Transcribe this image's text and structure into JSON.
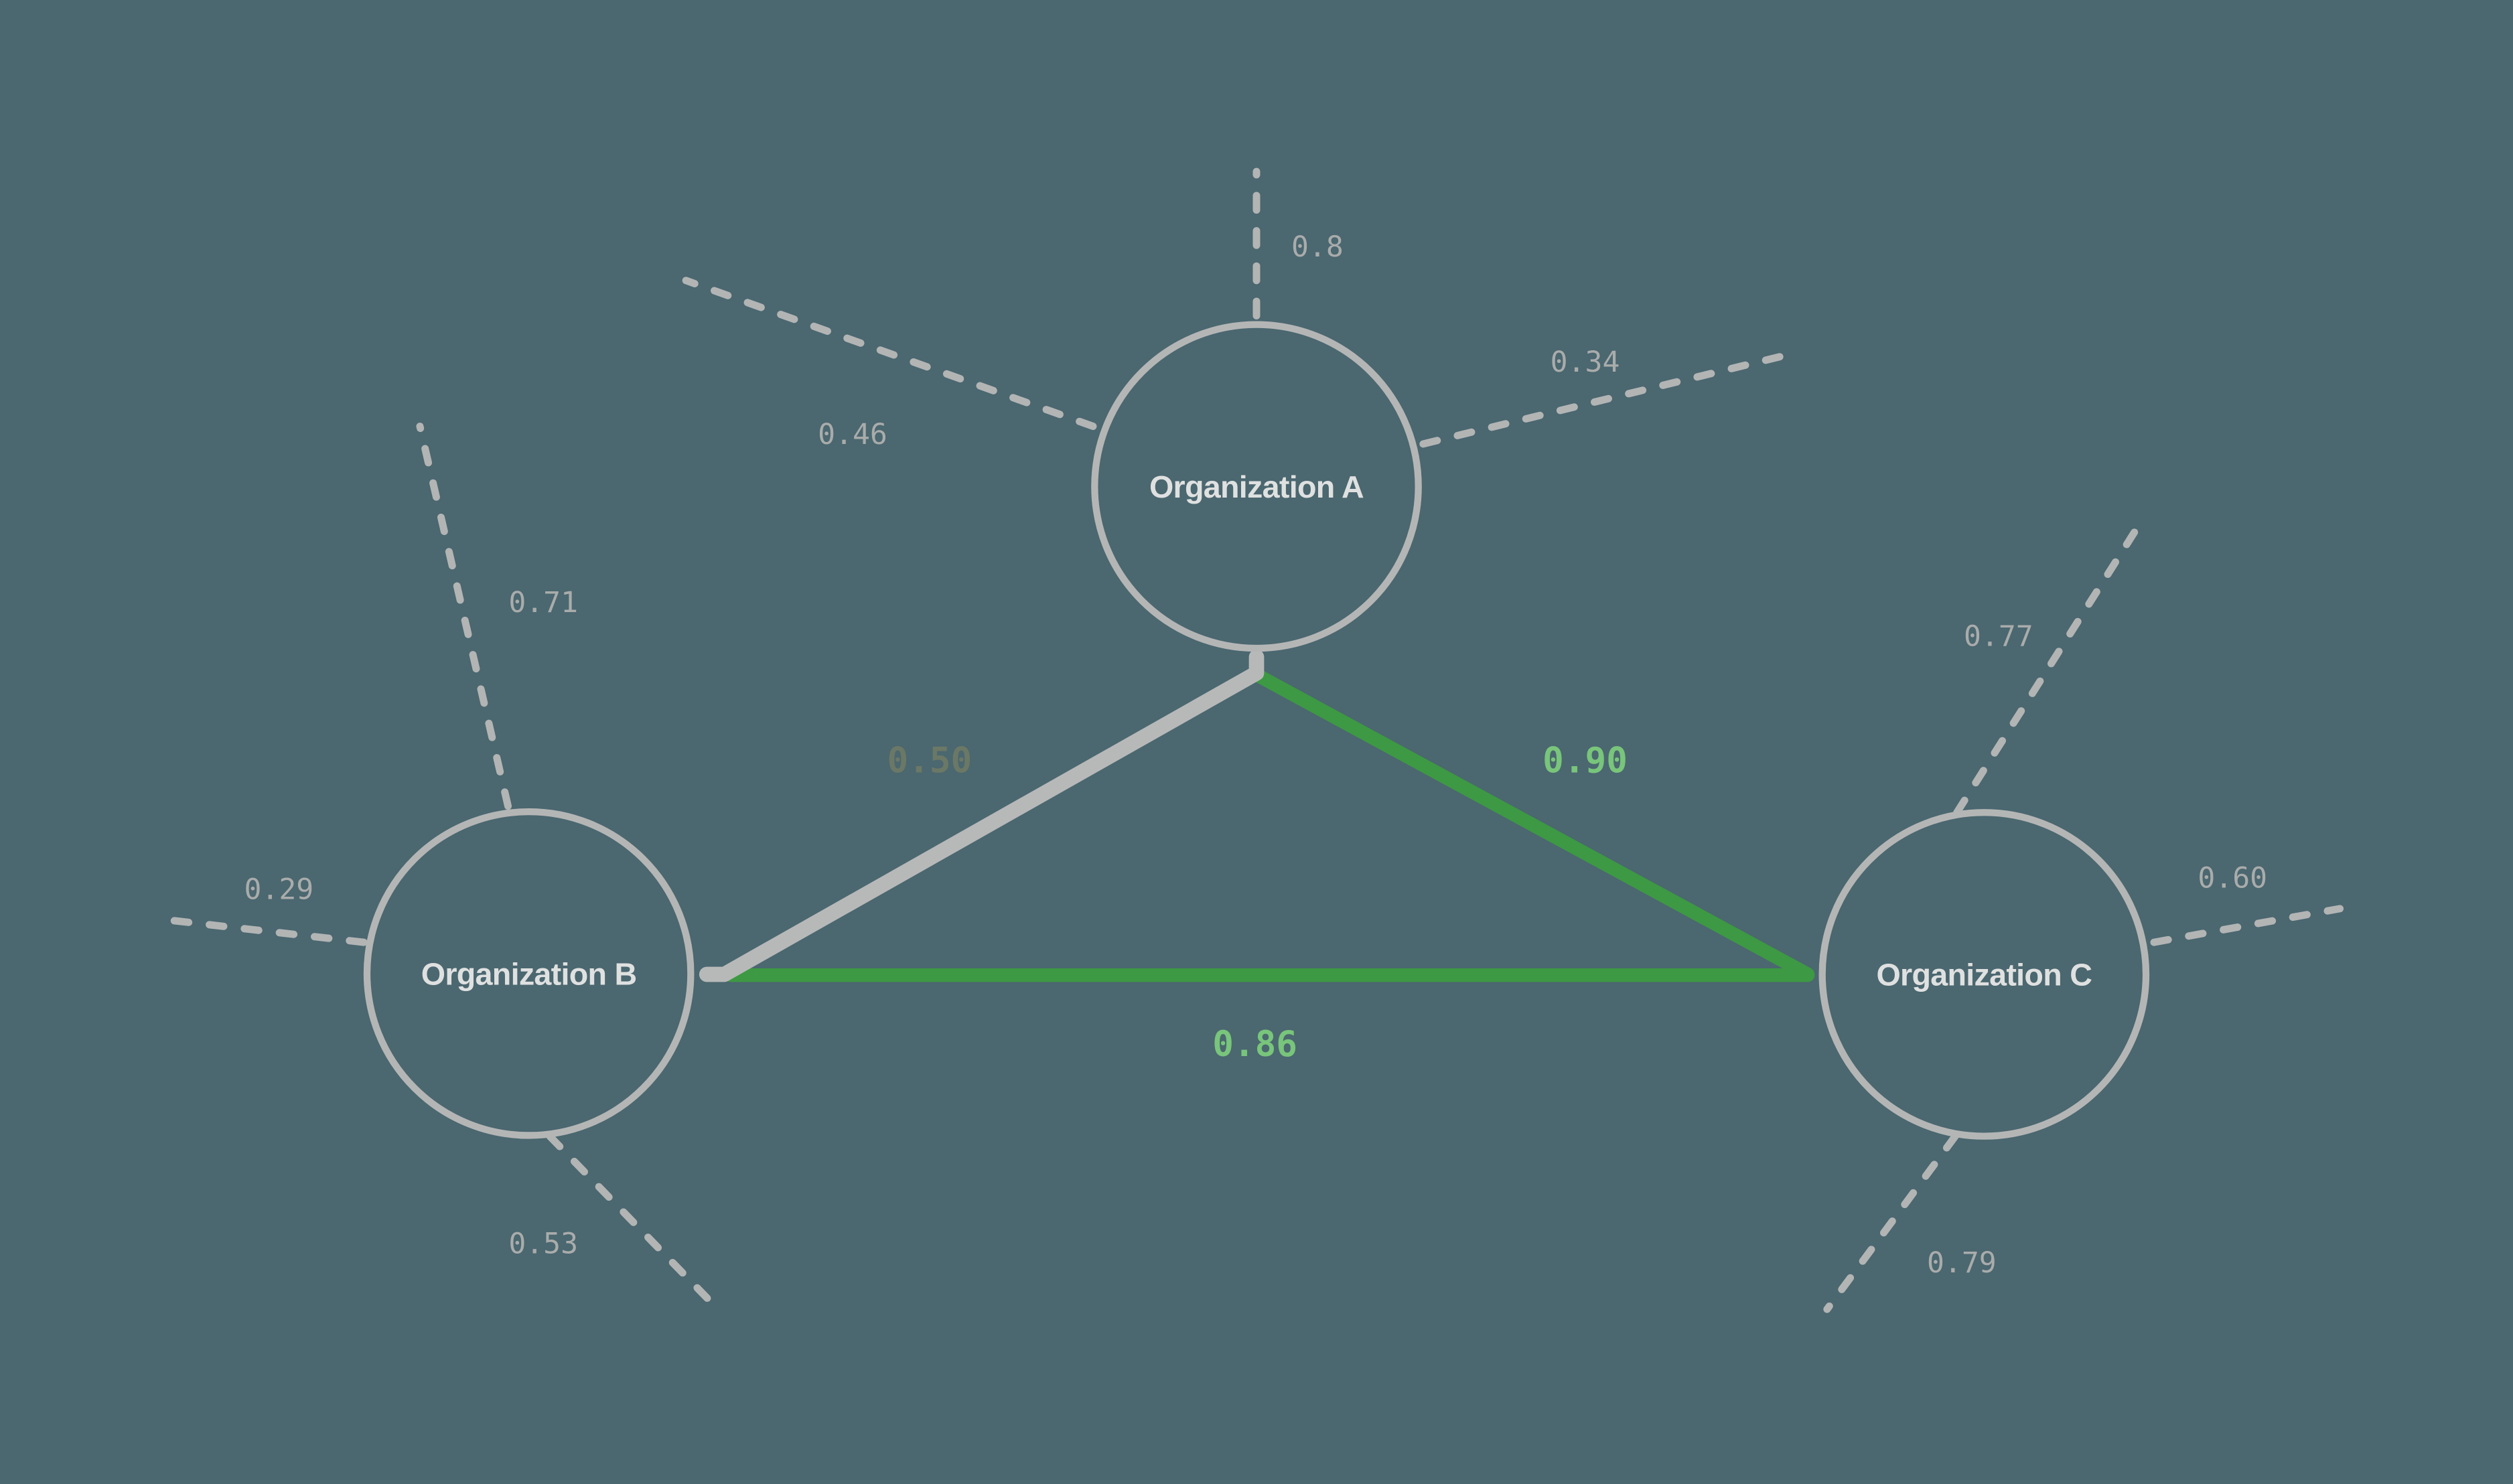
{
  "diagram": {
    "title": "organization-similarity-network",
    "nodes": [
      {
        "id": "A",
        "label": "Organization A"
      },
      {
        "id": "B",
        "label": "Organization B"
      },
      {
        "id": "C",
        "label": "Organization C"
      }
    ],
    "edges": [
      {
        "source": "Organization A",
        "target": "Organization B",
        "weight": "0.50",
        "style": "solid",
        "color": "#b7b9b8",
        "label_color": "#6b7866"
      },
      {
        "source": "Organization A",
        "target": "Organization C",
        "weight": "0.90",
        "style": "solid",
        "color": "#3d9943",
        "label_color": "#78c57b"
      },
      {
        "source": "Organization B",
        "target": "Organization C",
        "weight": "0.86",
        "style": "solid",
        "color": "#3d9943",
        "label_color": "#78c57b"
      }
    ],
    "external_links": [
      {
        "node": "Organization A",
        "direction": "top",
        "weight": "0.8"
      },
      {
        "node": "Organization A",
        "direction": "upper-left",
        "weight": "0.46"
      },
      {
        "node": "Organization A",
        "direction": "upper-right",
        "weight": "0.34"
      },
      {
        "node": "Organization B",
        "direction": "top",
        "weight": "0.71"
      },
      {
        "node": "Organization B",
        "direction": "left",
        "weight": "0.29"
      },
      {
        "node": "Organization B",
        "direction": "bottom",
        "weight": "0.53"
      },
      {
        "node": "Organization C",
        "direction": "top",
        "weight": "0.77"
      },
      {
        "node": "Organization C",
        "direction": "right",
        "weight": "0.60"
      },
      {
        "node": "Organization C",
        "direction": "bottom",
        "weight": "0.79"
      }
    ]
  },
  "colors": {
    "background": "#4b6770",
    "node_stroke": "#b4b6b5",
    "node_label": "#dfe1e0",
    "edge_muted": "#b7b9b8",
    "edge_green": "#3d9943",
    "edge_label_green": "#78c57b",
    "edge_label_muted": "#6b7866",
    "dashed_link": "#b2b5b4",
    "dashed_label": "#a9acab"
  }
}
